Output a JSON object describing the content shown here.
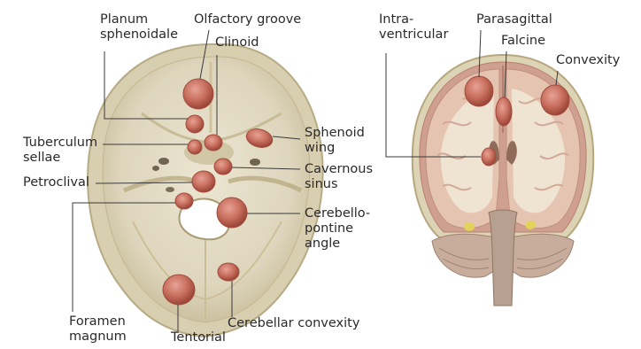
{
  "diagram": {
    "skull_base_labels": {
      "planum_sphenoidale": [
        "Planum",
        "sphenoidale"
      ],
      "olfactory_groove": "Olfactory groove",
      "clinoid": "Clinoid",
      "tuberculum_sellae": [
        "Tuberculum",
        "sellae"
      ],
      "sphenoid_wing": [
        "Sphenoid",
        "wing"
      ],
      "cavernous_sinus": [
        "Cavernous",
        "sinus"
      ],
      "petroclival": "Petroclival",
      "cerebellopontine_angle": [
        "Cerebello-",
        "pontine",
        "angle"
      ],
      "foramen_magnum": [
        "Foramen",
        "magnum"
      ],
      "tentorial": "Tentorial",
      "cerebellar_convexity": "Cerebellar convexity"
    },
    "coronal_labels": {
      "intraventricular": [
        "Intra-",
        "ventricular"
      ],
      "parasagittal": "Parasagittal",
      "falcine": "Falcine",
      "convexity": "Convexity"
    },
    "colors": {
      "tumor_fill": "#c97060",
      "tumor_edge": "#a24d3e",
      "bone": "#ddd5bc",
      "bone_shadow": "#b9ad8c",
      "brain_tissue": "#e9c9b8",
      "white_matter": "#efe3d2",
      "leader_line": "#3a3a3a",
      "label_text": "#2a2a2a"
    }
  }
}
